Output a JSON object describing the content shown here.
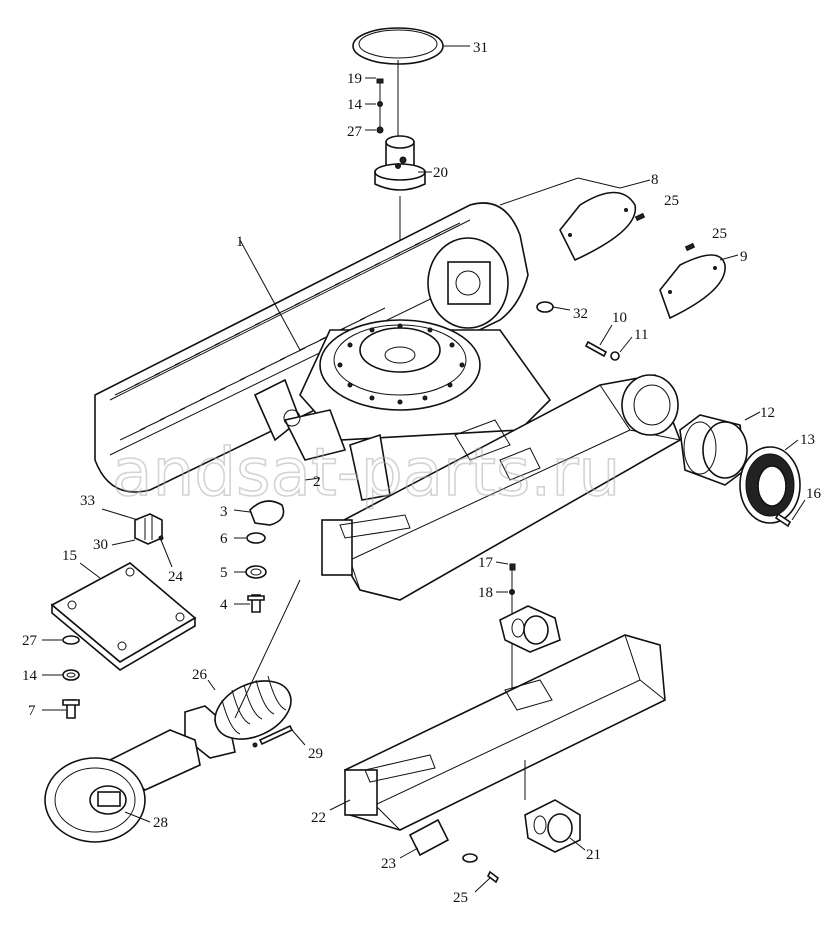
{
  "watermark": "andsat-parts.ru",
  "callouts": [
    {
      "id": "31",
      "label": "31"
    },
    {
      "id": "19",
      "label": "19"
    },
    {
      "id": "14a",
      "label": "14"
    },
    {
      "id": "27a",
      "label": "27"
    },
    {
      "id": "20",
      "label": "20"
    },
    {
      "id": "8",
      "label": "8"
    },
    {
      "id": "25a",
      "label": "25"
    },
    {
      "id": "25b",
      "label": "25"
    },
    {
      "id": "9",
      "label": "9"
    },
    {
      "id": "1",
      "label": "1"
    },
    {
      "id": "32",
      "label": "32"
    },
    {
      "id": "10",
      "label": "10"
    },
    {
      "id": "11",
      "label": "11"
    },
    {
      "id": "12",
      "label": "12"
    },
    {
      "id": "13",
      "label": "13"
    },
    {
      "id": "16",
      "label": "16"
    },
    {
      "id": "2",
      "label": "2"
    },
    {
      "id": "33",
      "label": "33"
    },
    {
      "id": "30",
      "label": "30"
    },
    {
      "id": "24",
      "label": "24"
    },
    {
      "id": "3",
      "label": "3"
    },
    {
      "id": "6",
      "label": "6"
    },
    {
      "id": "5",
      "label": "5"
    },
    {
      "id": "4",
      "label": "4"
    },
    {
      "id": "15",
      "label": "15"
    },
    {
      "id": "27b",
      "label": "27"
    },
    {
      "id": "14b",
      "label": "14"
    },
    {
      "id": "7",
      "label": "7"
    },
    {
      "id": "17",
      "label": "17"
    },
    {
      "id": "18",
      "label": "18"
    },
    {
      "id": "26",
      "label": "26"
    },
    {
      "id": "29",
      "label": "29"
    },
    {
      "id": "28",
      "label": "28"
    },
    {
      "id": "22",
      "label": "22"
    },
    {
      "id": "23",
      "label": "23"
    },
    {
      "id": "21",
      "label": "21"
    },
    {
      "id": "25c",
      "label": "25"
    }
  ]
}
